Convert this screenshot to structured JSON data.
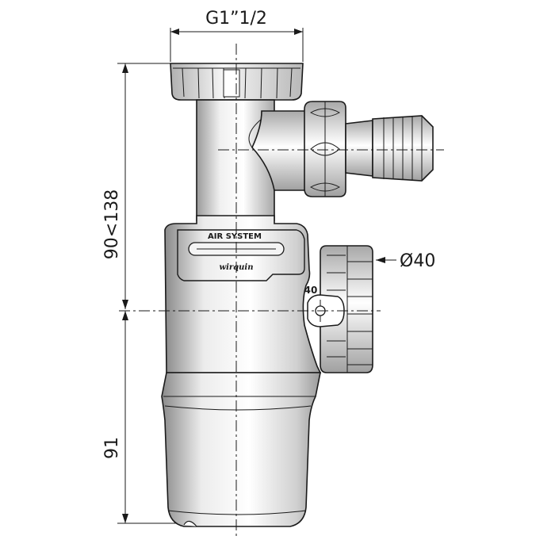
{
  "dimensions": {
    "top_width": "G1”1/2",
    "upper_height": "90<138",
    "outlet_diameter": "Ø40",
    "lower_height": "91"
  },
  "body_labels": {
    "line1": "AIR SYSTEM",
    "line2": "wirquin",
    "size_mark": "40"
  }
}
